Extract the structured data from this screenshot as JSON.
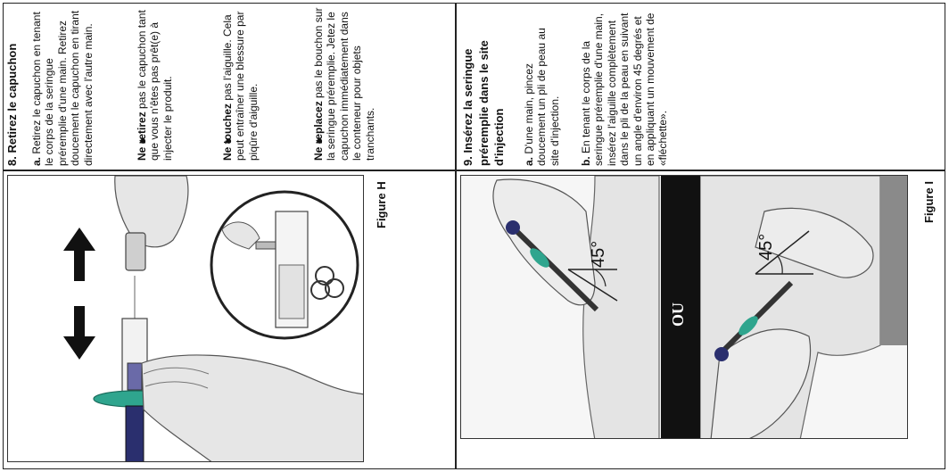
{
  "step8": {
    "title": "8. Retirez le capuchon",
    "a_label": "a.",
    "a_text": " Retirez le capuchon en tenant le corps de la seringue préremplie d'une main. Retirez doucement le capuchon en tirant directement avec l'autre main.",
    "bullets": [
      {
        "bold": "Ne retirez",
        "text": " pas le capuchon tant que vous n'êtes pas prêt(e) à injecter le produit."
      },
      {
        "bold": "Ne touchez",
        "text": " pas l'aiguille. Cela peut entraîner une blessure par piqûre d'aiguille."
      },
      {
        "bold": "Ne replacez",
        "text": " pas le bouchon sur la seringue préremplie. Jetez le capuchon immédiatement dans le conteneur pour objets tranchants."
      }
    ],
    "figure_label": "Figure H"
  },
  "step9": {
    "title": "9. Insérez la seringue préremplie dans le site d'injection",
    "a_label": "a.",
    "a_text": " D'une main, pincez doucement un pli de peau au site d'injection.",
    "b_label": "b.",
    "b_text": " En tenant le corps de la seringue préremplie d'une main, insérez l'aiguille complètement dans le pli de la peau en suivant un angle d'environ 45 degrés et en appliquant un mouvement de «fléchette».",
    "figure_label": "Figure I",
    "angle_label": "45°",
    "or_label": "OU"
  },
  "colors": {
    "teal": "#2fa58e",
    "navy": "#2a2f6e",
    "skin": "#e6e6e6",
    "line": "#333333"
  }
}
